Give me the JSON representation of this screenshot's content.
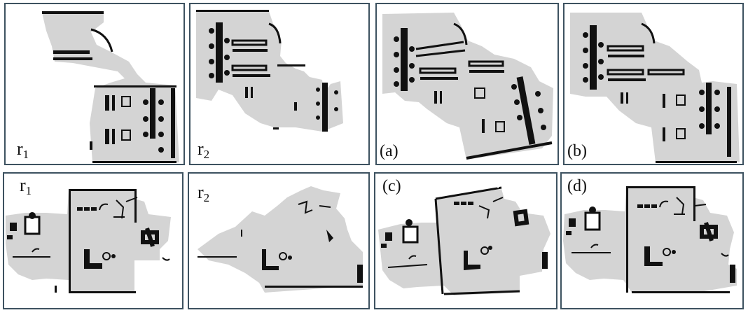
{
  "colors": {
    "frame": "#3d5260",
    "free": "#d4d4d4",
    "wall": "#111111"
  },
  "top_row": [
    {
      "label_base": "r",
      "label_sub": "1"
    },
    {
      "label_base": "r",
      "label_sub": "2"
    },
    {
      "label": "(a)"
    },
    {
      "label": "(b)"
    }
  ],
  "bottom_row": [
    {
      "label_base": "r",
      "label_sub": "1"
    },
    {
      "label_base": "r",
      "label_sub": "2"
    },
    {
      "label": "(c)"
    },
    {
      "label": "(d)"
    }
  ]
}
